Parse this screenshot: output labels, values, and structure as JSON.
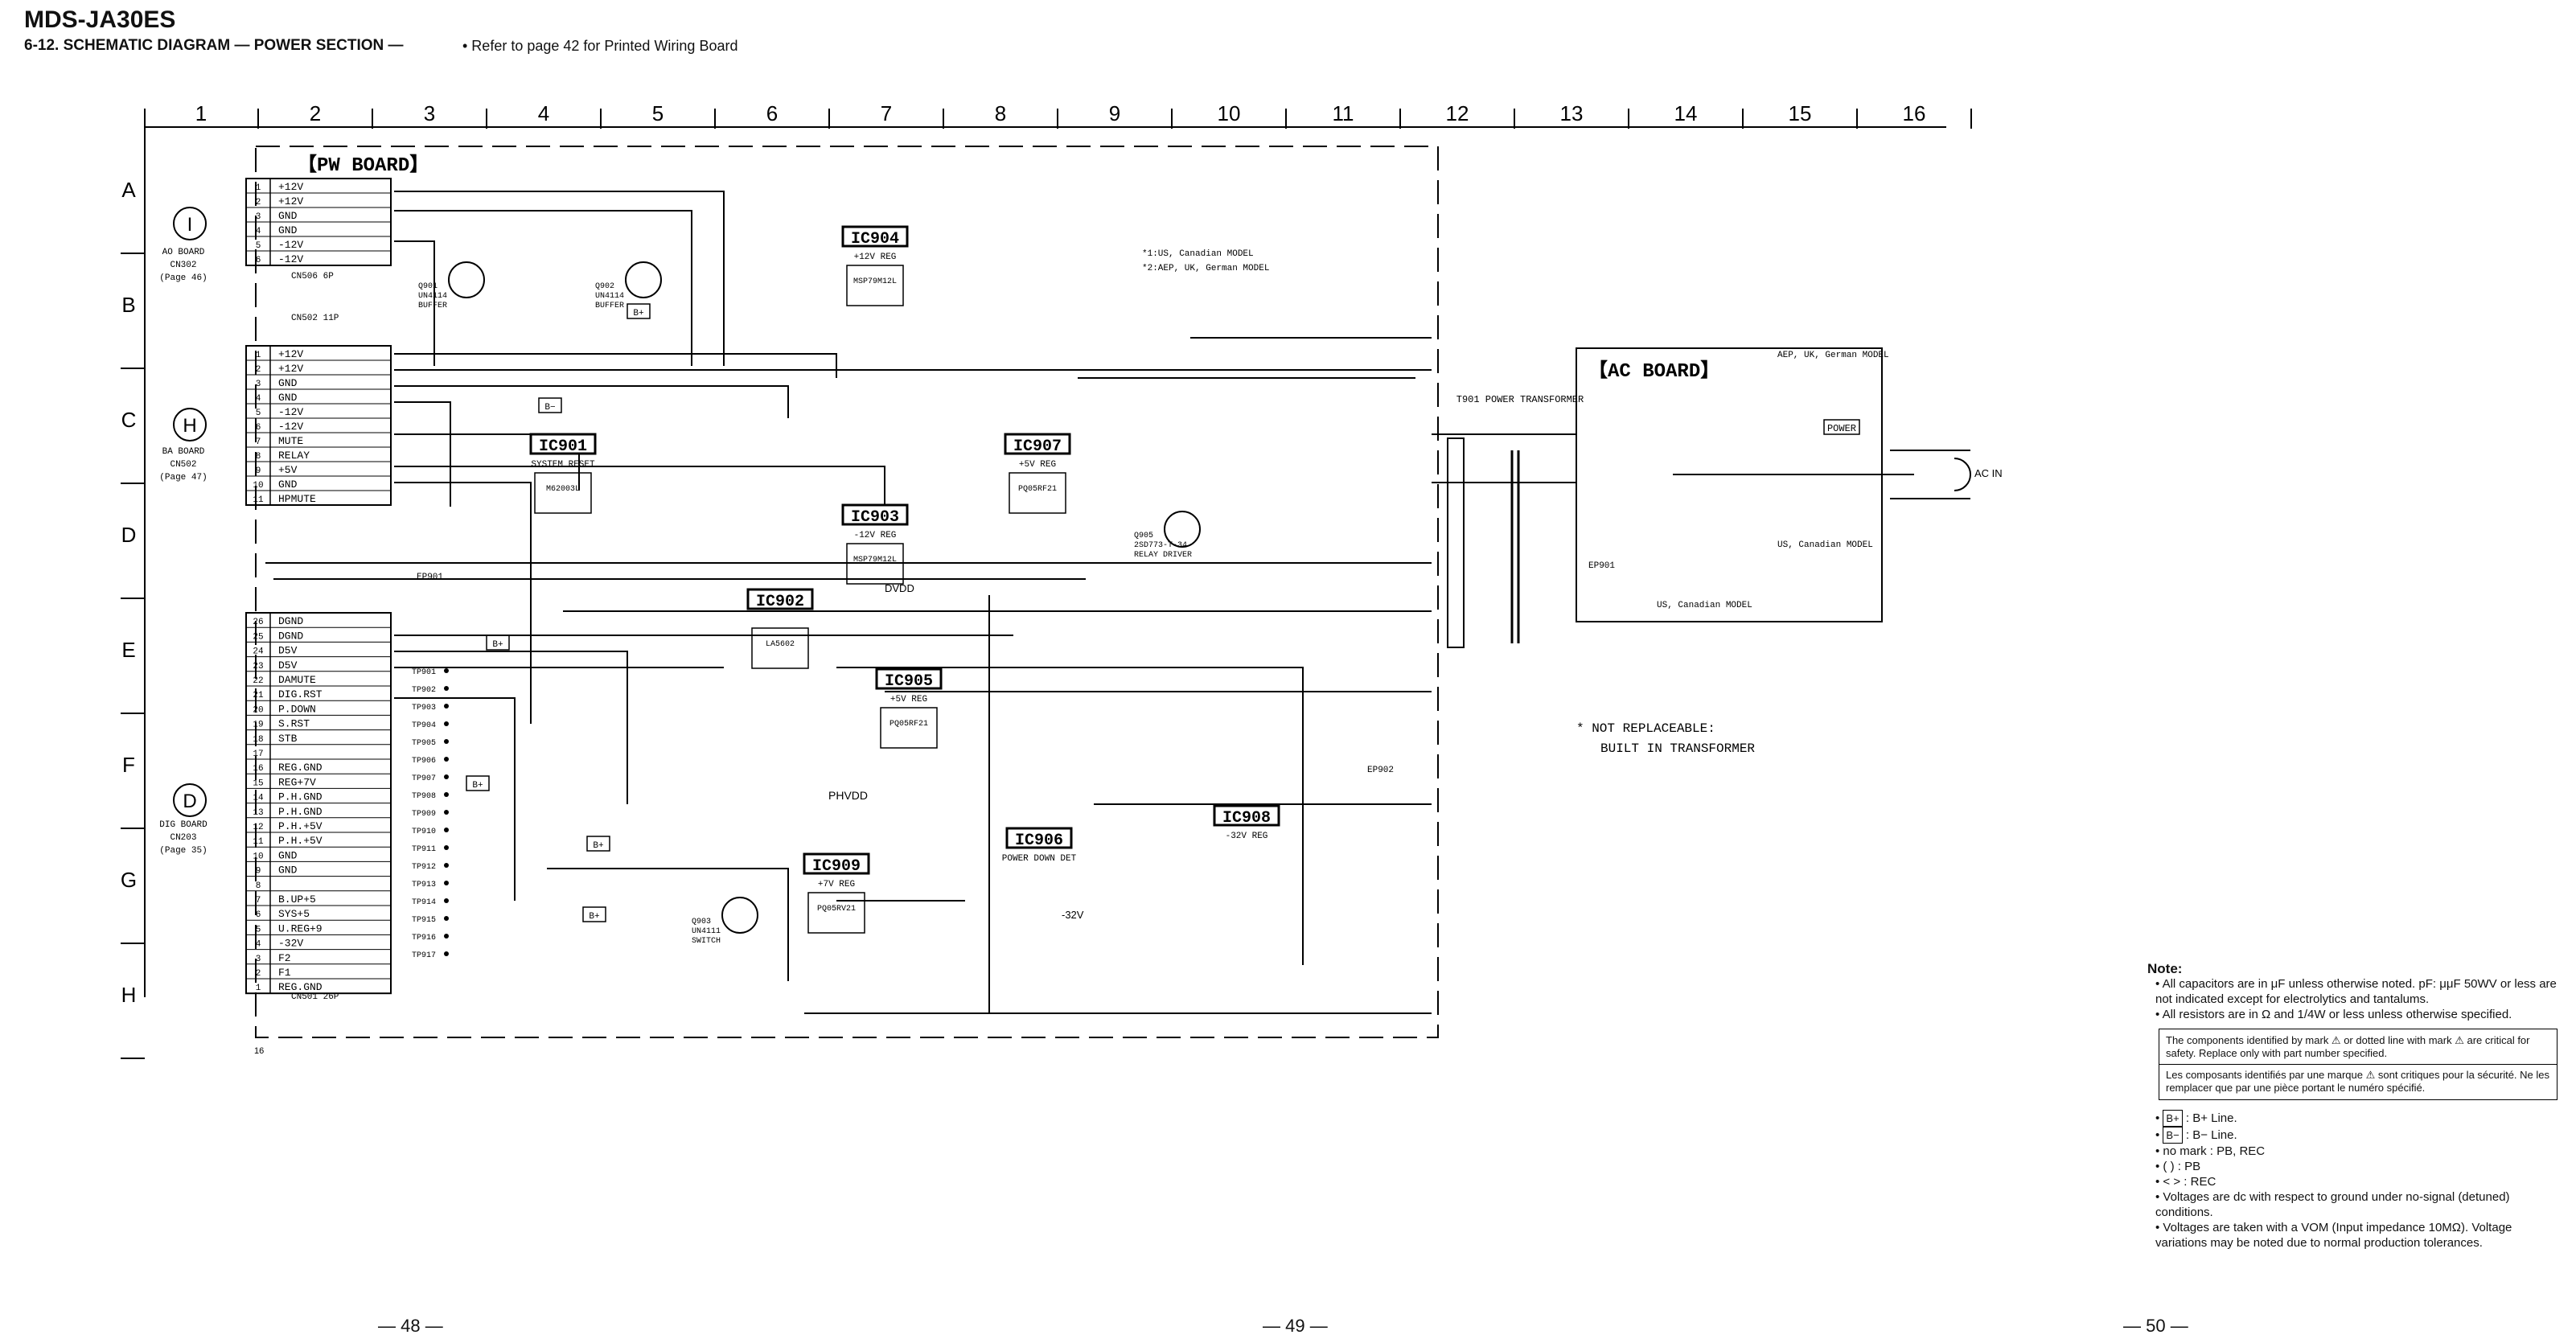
{
  "header": {
    "model": "MDS-JA30ES",
    "section": "6-12. SCHEMATIC DIAGRAM — POWER SECTION —",
    "ref": "• Refer to page 42 for Printed Wiring Board"
  },
  "grid": {
    "cols": [
      "1",
      "2",
      "3",
      "4",
      "5",
      "6",
      "7",
      "8",
      "9",
      "10",
      "11",
      "12",
      "13",
      "14",
      "15",
      "16"
    ],
    "rows": [
      "A",
      "B",
      "C",
      "D",
      "E",
      "F",
      "G",
      "H"
    ]
  },
  "pw_board": {
    "title": "【PW BOARD】",
    "cn1_pins": [
      "+12V",
      "+12V",
      "GND",
      "GND",
      "-12V",
      "-12V"
    ],
    "cn2_pins": [
      "+12V",
      "+12V",
      "GND",
      "GND",
      "-12V",
      "-12V",
      "MUTE",
      "RELAY",
      "+5V",
      "GND",
      "HPMUTE"
    ],
    "cn3_pins": [
      "DGND",
      "DGND",
      "D5V",
      "D5V",
      "DAMUTE",
      "DIG.RST",
      "P.DOWN",
      "S.RST",
      "STB",
      "",
      "REG.GND",
      "REG+7V",
      "P.H.GND",
      "P.H.GND",
      "P.H.+5V",
      "P.H.+5V",
      "GND",
      "GND",
      "",
      "B.UP+5",
      "SYS+5",
      "U.REG+9",
      "-32V",
      "F2",
      "F1",
      "REG.GND"
    ],
    "cn3_numbers": [
      "26",
      "25",
      "24",
      "23",
      "22",
      "21",
      "20",
      "19",
      "18",
      "17",
      "16",
      "15",
      "14",
      "13",
      "12",
      "11",
      "10",
      "9",
      "8",
      "7",
      "6",
      "5",
      "4",
      "3",
      "2",
      "1"
    ],
    "tp_labels": [
      "TP901",
      "TP902",
      "TP903",
      "TP904",
      "TP905",
      "TP906",
      "TP907",
      "TP908",
      "TP909",
      "TP910",
      "TP911",
      "TP912",
      "TP913",
      "TP914",
      "TP915",
      "TP916",
      "TP917"
    ]
  },
  "connectors": [
    {
      "letter": "I",
      "board": "AO BOARD",
      "cn": "CN302",
      "page": "(Page 46)"
    },
    {
      "letter": "H",
      "board": "BA BOARD",
      "cn": "CN502",
      "page": "(Page 47)"
    },
    {
      "letter": "D",
      "board": "DIG BOARD",
      "cn": "CN203",
      "page": "(Page 35)"
    }
  ],
  "ics": [
    {
      "id": "IC901",
      "desc": "SYSTEM RESET"
    },
    {
      "id": "IC902",
      "desc": ""
    },
    {
      "id": "IC903",
      "desc": "-12V REG"
    },
    {
      "id": "IC904",
      "desc": "+12V REG"
    },
    {
      "id": "IC905",
      "desc": "+5V REG"
    },
    {
      "id": "IC906",
      "desc": "POWER DOWN DET"
    },
    {
      "id": "IC907",
      "desc": "+5V REG"
    },
    {
      "id": "IC908",
      "desc": "-32V REG"
    },
    {
      "id": "IC909",
      "desc": "+7V REG"
    }
  ],
  "ic_parts": {
    "IC904": "MSP79M12L",
    "IC903": "MSP79M12L",
    "IC907": "PQ05RF21",
    "IC905": "PQ05RF21",
    "IC909": "PQ05RV21",
    "IC901": "M62003L",
    "IC902": "LA5602"
  },
  "transistors": [
    {
      "ref": "Q901",
      "part": "UN4114",
      "role": "BUFFER"
    },
    {
      "ref": "Q902",
      "part": "UN4114",
      "role": "BUFFER"
    },
    {
      "ref": "Q903",
      "part": "UN4111",
      "role": "SWITCH"
    },
    {
      "ref": "Q905",
      "part": "2SD773-T-34",
      "role": "RELAY DRIVER"
    }
  ],
  "labels": {
    "models": [
      "*1:US, Canadian MODEL",
      "*2:AEP, UK, German MODEL"
    ],
    "b_plus": "B+",
    "b_minus": "B−",
    "dv_label": "DVDD",
    "phvdd": "PHVDD",
    "neg32": "-32V",
    "transformer": "T901 POWER TRANSFORMER",
    "not_replaceable": "* NOT REPLACEABLE:",
    "built_in": "BUILT IN TRANSFORMER",
    "ac_board": "【AC BOARD】",
    "aep_model": "AEP, UK, German MODEL",
    "us_model": "US, Canadian MODEL",
    "ac_in": "AC IN",
    "power": "POWER",
    "cn_pw": "CN506 6P",
    "cn_dig": "CN501 26P",
    "cn_ba": "CN502 11P",
    "ep901": "EP901",
    "ep902": "EP902",
    "page_left": "16"
  },
  "notes": {
    "title": "Note:",
    "items": [
      "All capacitors are in μF unless otherwise noted. pF: μμF 50WV or less are not indicated except for electrolytics and tantalums.",
      "All resistors are in Ω and 1/4W or less unless otherwise specified."
    ],
    "caution_en": "The components identified by mark ⚠ or dotted line with mark ⚠ are critical for safety. Replace only with part number specified.",
    "caution_fr": "Les composants identifiés par une marque ⚠ sont critiques pour la sécurité. Ne les remplacer que par une pièce portant le numéro spécifié.",
    "legend": [
      {
        "mark": "B+",
        "text": ": B+ Line."
      },
      {
        "mark": "B−",
        "text": ": B− Line."
      },
      {
        "mark": "",
        "text": "no mark : PB, REC"
      },
      {
        "mark": "",
        "text": "(   ) : PB"
      },
      {
        "mark": "",
        "text": "< > : REC"
      }
    ],
    "tail": [
      "Voltages are dc with respect to ground under no-signal (detuned) conditions.",
      "Voltages are taken with a VOM (Input impedance 10MΩ). Voltage variations may be noted due to normal production tolerances."
    ]
  },
  "page_numbers": [
    "— 48 —",
    "— 49 —",
    "— 50 —"
  ]
}
